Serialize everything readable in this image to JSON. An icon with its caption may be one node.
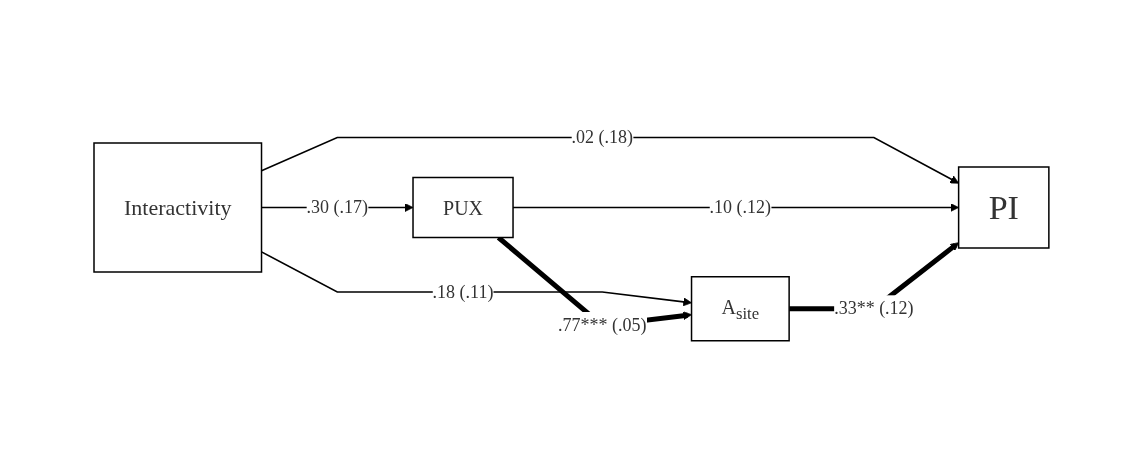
{
  "diagram": {
    "nodes": [
      {
        "text": [
          "Interactivity"
        ]
      },
      {
        "text": [
          "PUX"
        ]
      },
      {
        "text": [
          "A$_{site}$"
        ]
      },
      {
        "text": [
          "PI"
        ]
      }
    ],
    "edges": [
      {
        "from": 0,
        "to": 1,
        "arrow": "to",
        "label": ".30 (.17)"
      },
      {
        "from": 0,
        "to": 2,
        "arrow": "to",
        "label": ".18 (.11)"
      },
      {
        "from": 0,
        "to": 3,
        "arrow": "to",
        "label": ".02 (.18)"
      },
      {
        "from": 1,
        "to": 2,
        "arrow": "to",
        "label": ".77*** (.05)",
        "style": "thick"
      },
      {
        "from": 1,
        "to": 3,
        "arrow": "to",
        "label": ".10 (.12)"
      },
      {
        "from": 2,
        "to": 3,
        "arrow": "to",
        "label": ".33** (.12)",
        "style": "thick"
      }
    ]
  }
}
